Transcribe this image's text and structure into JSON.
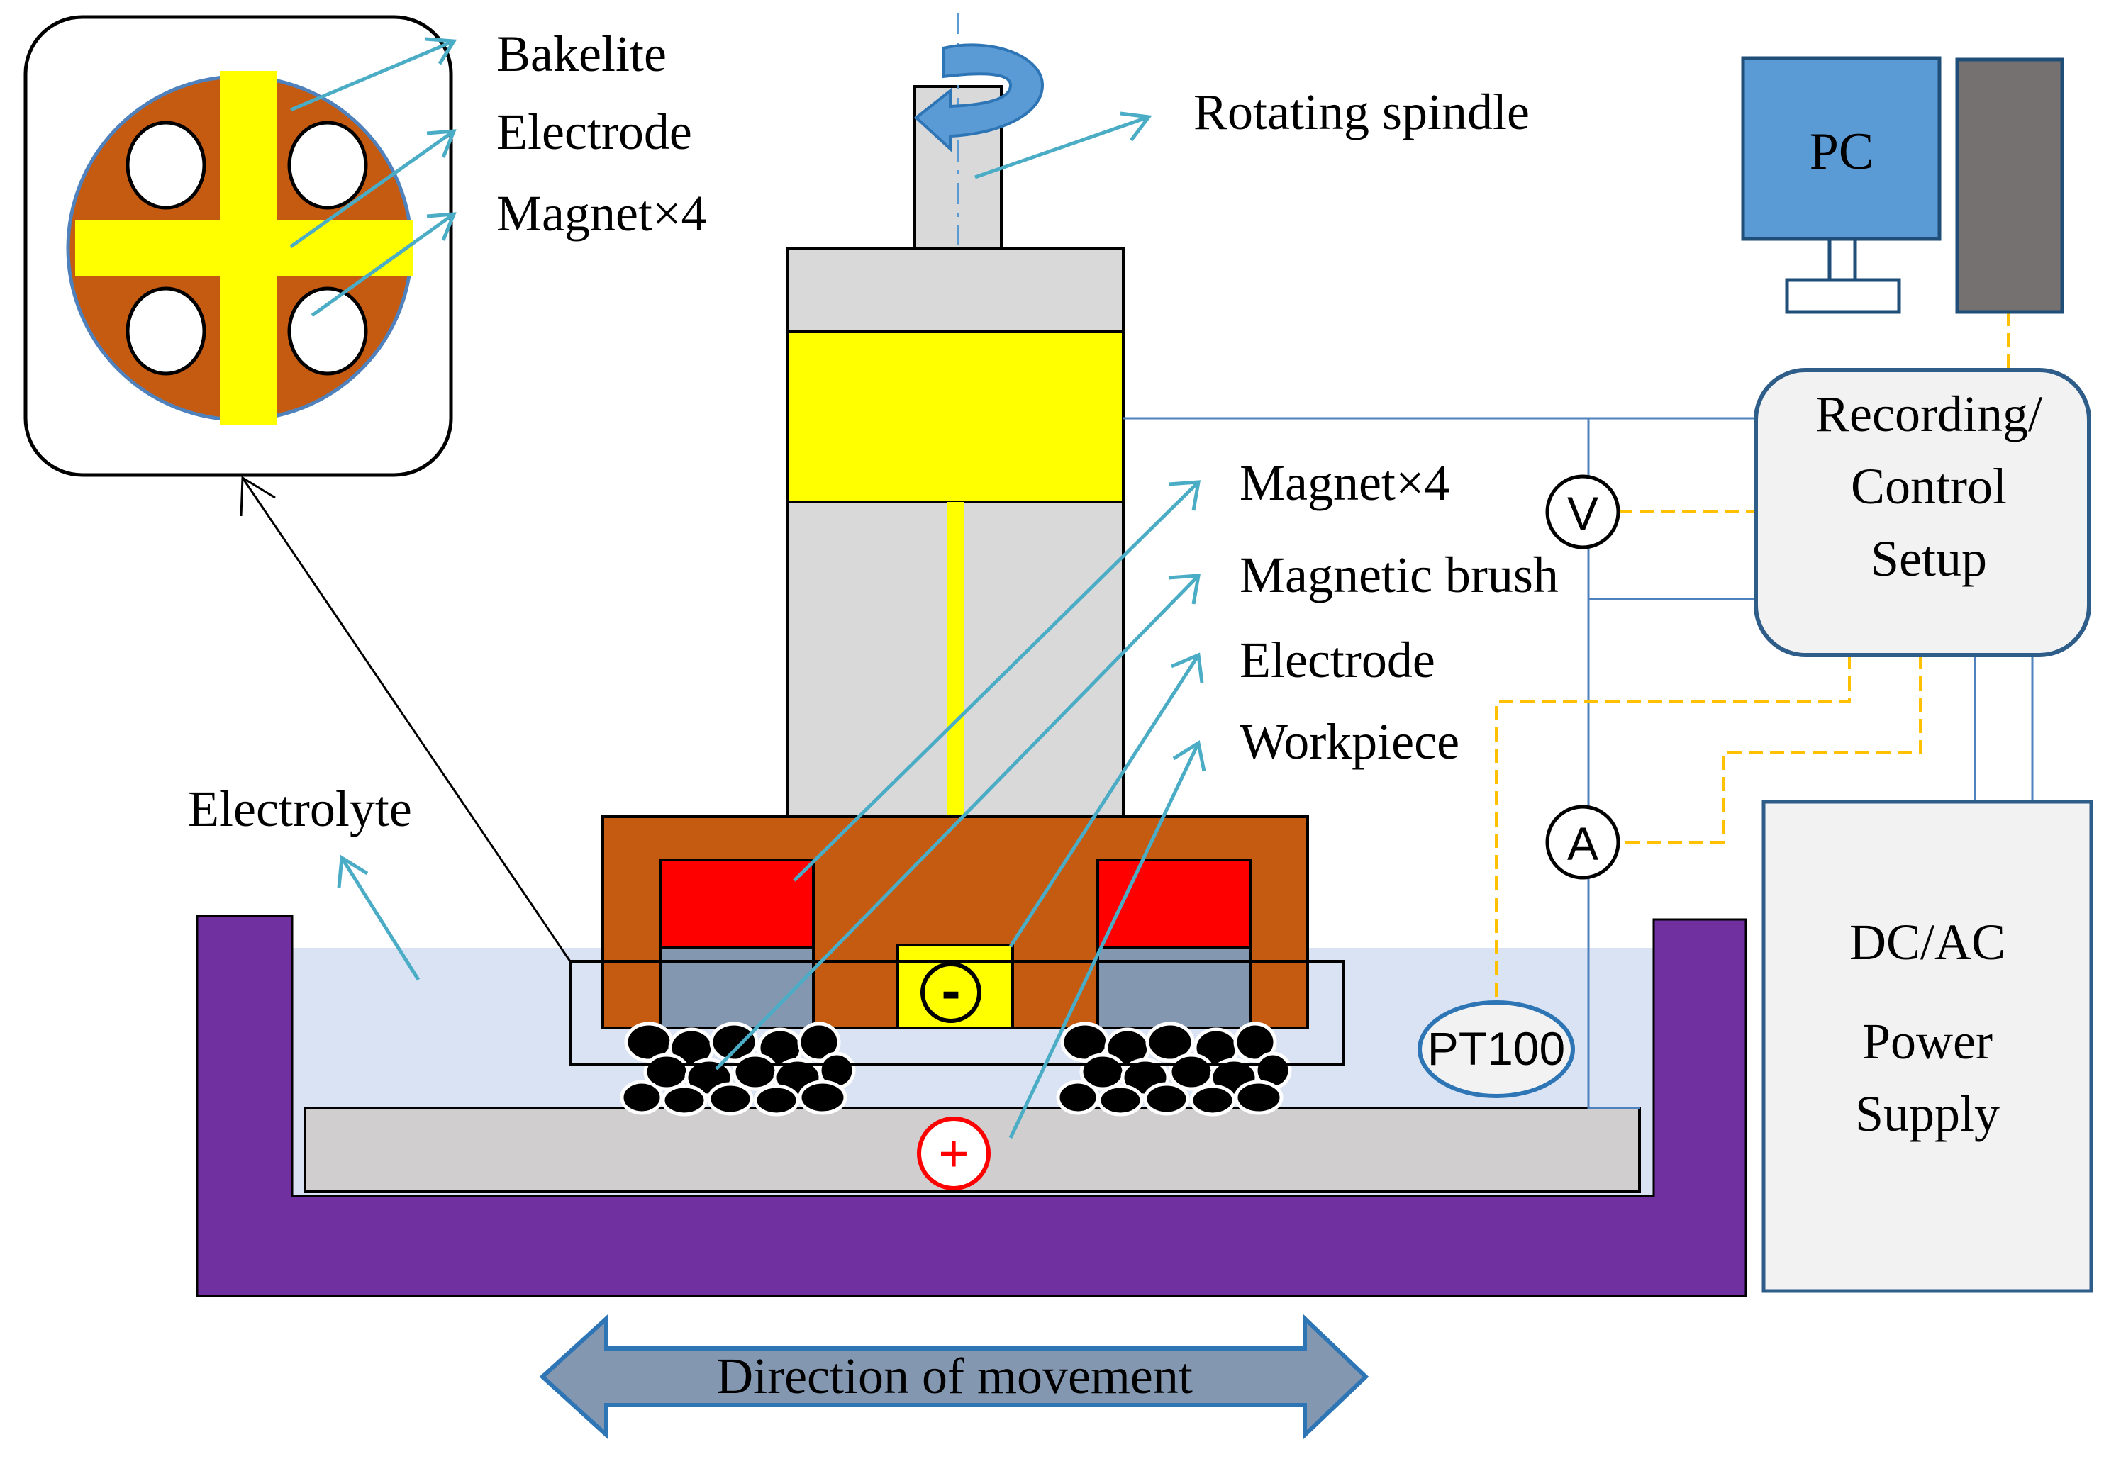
{
  "inset": {
    "labels": {
      "bakelite": "Bakelite",
      "electrode": "Electrode",
      "magnet": "Magnet×4"
    }
  },
  "spindle": {
    "label": "Rotating spindle"
  },
  "tool_labels": {
    "magnet": "Magnet×4",
    "magnetic_brush": "Magnetic brush",
    "electrode": "Electrode",
    "workpiece": "Workpiece"
  },
  "electrolyte": {
    "label": "Electrolyte"
  },
  "pc": {
    "label": "PC"
  },
  "recorder": {
    "line1": "Recording/",
    "line2": "Control",
    "line3": "Setup"
  },
  "power_supply": {
    "line1": "DC/AC",
    "line2": "Power",
    "line3": "Supply"
  },
  "meters": {
    "voltmeter": "V",
    "ammeter": "A"
  },
  "sensor": {
    "label": "PT100"
  },
  "polarity": {
    "cathode": "-",
    "anode": "+"
  },
  "movement": {
    "label": "Direction of movement"
  },
  "colors": {
    "bakelite": "#c55a11",
    "yellow": "#ffff00",
    "magnet_red": "#ff0000",
    "steel_gray": "#8497b0",
    "housing_gray": "#d9d9d9",
    "tank_purple": "#7030a0",
    "electrolyte_blue": "#dae3f3",
    "arrow_teal": "#4bacc6",
    "pc_blue": "#5b9bd5",
    "tower_gray": "#767171",
    "wire_blue": "#4f81bd",
    "signal_orange": "#ffc000"
  }
}
